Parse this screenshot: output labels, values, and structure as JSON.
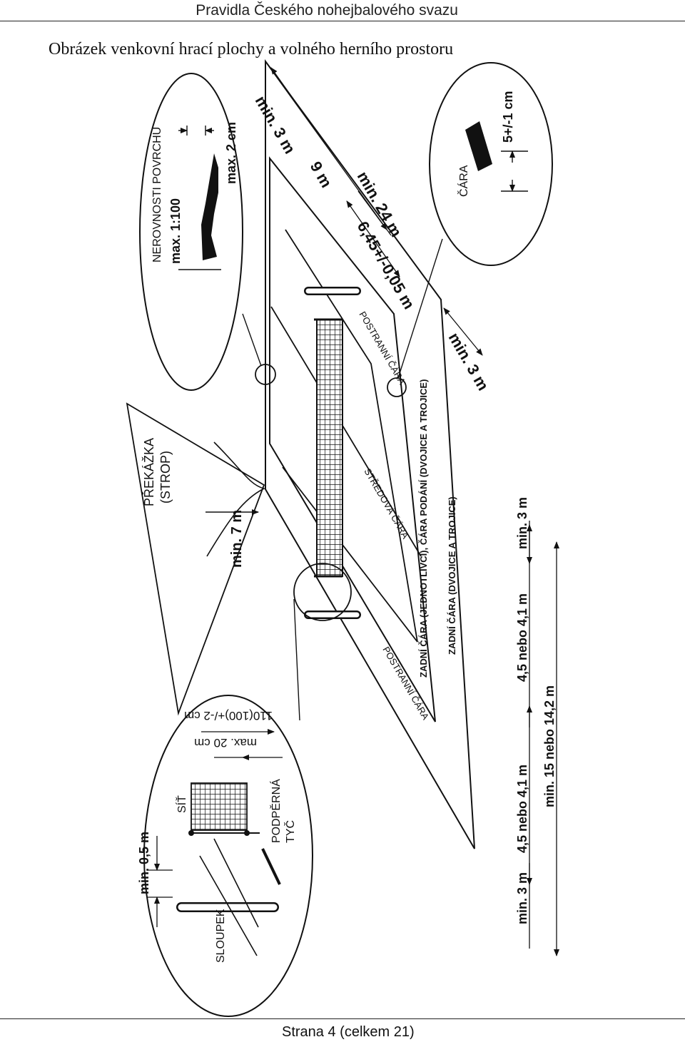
{
  "header": {
    "text": "Pravidla Českého nohejbalového svazu"
  },
  "title": "Obrázek venkovní hrací plochy a volného herního prostoru",
  "footer": {
    "text": "Strana 4 (celkem 21)"
  },
  "labels": {
    "min_3m_top": "min. 3 m",
    "nine_m": "9 m",
    "min_24m": "min. 24 m",
    "six45": "6,45+/-0,05 m",
    "postranni_top": "POSTRANNÍ ČÁRA",
    "min_3m_right": "min. 3 m",
    "zadni_jednotlivci": "ZADNÍ ČÁRA (JEDNOTLIVCI), ČÁRA PODÁNÍ (DVOJICE A TROJICE)",
    "zadni_dvojice": "ZADNÍ ČÁRA (DVOJICE A TROJICE)",
    "stredova": "STŘEDOVÁ ČÁRA",
    "postranni_bottom": "POSTRANNÍ ČÁRA",
    "min_7m": "min. 7 m",
    "prekazka": "PŘEKÁŽKA",
    "strop": "(STROP)",
    "nerovnosti": "NEROVNOSTI POVRCHU",
    "max_1_100": "max. 1:100",
    "max_2cm": "max. 2 cm",
    "cara": "ČÁRA",
    "five_cm": "5+/-1 cm",
    "min_3m_bottom_right": "min. 3 m",
    "four5_right": "4,5 nebo 4,1 m",
    "min_15m": "min. 15 nebo 14,2 m",
    "four5_left": "4,5 nebo 4,1 m",
    "min_3m_bottom_left": "min. 3 m",
    "min_05m": "min. 0,5 m",
    "sit": "SÍŤ",
    "podperna": "PODPĚRNÁ",
    "tyc": "TYČ",
    "sloupek": "SLOUPEK",
    "max_20cm": "max. 20 cm",
    "net_height": "110(100)+/-2 cm"
  }
}
